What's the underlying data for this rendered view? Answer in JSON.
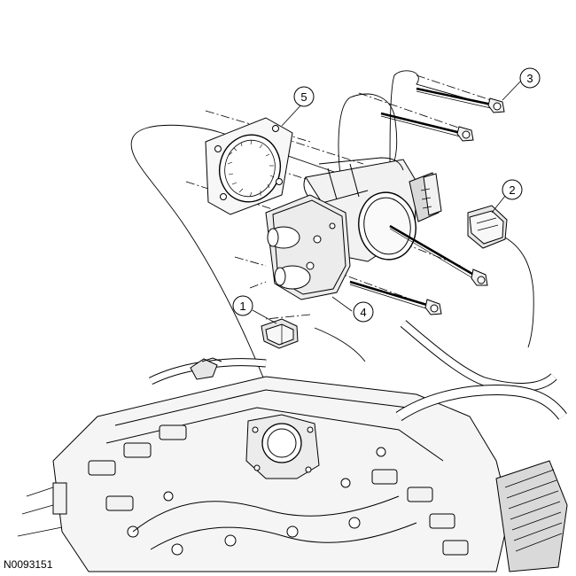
{
  "figure_id": "N0093151",
  "callouts": [
    {
      "number": "1"
    },
    {
      "number": "2"
    },
    {
      "number": "3"
    },
    {
      "number": "4"
    },
    {
      "number": "5"
    }
  ],
  "colors": {
    "line": "#000000",
    "fill_light": "#f2f2f2",
    "fill_mid": "#d9d9d9",
    "background": "#ffffff"
  }
}
